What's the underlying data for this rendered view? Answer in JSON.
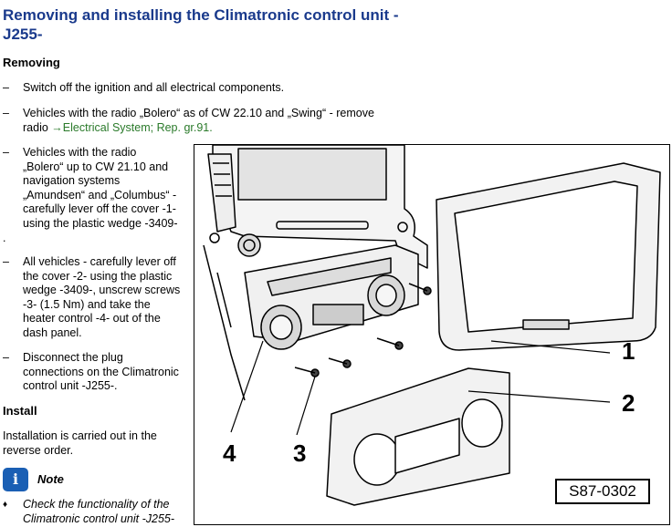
{
  "page": {
    "title": "Removing and installing the Climatronic control unit -J255-",
    "section_removing": "Removing",
    "steps_removing": [
      {
        "marker": "–",
        "lines": [
          "Switch off the ignition and all electrical components."
        ]
      },
      {
        "marker": "–",
        "lines": [
          "Vehicles with the radio „Bolero“ as of CW 22.10 and „Swing“ - remove",
          "radio "
        ],
        "link": "→Electrical System; Rep. gr.91."
      },
      {
        "marker": "–",
        "lines": [
          "Vehicles with the radio",
          "„Bolero“ up to CW 21.10 and",
          "navigation systems",
          "„Amundsen“ and „Columbus“ -",
          "carefully lever off the cover -1-",
          "using the plastic wedge -3409-",
          "."
        ]
      },
      {
        "marker": "–",
        "lines": [
          "All vehicles - carefully lever off",
          "the cover -2- using the plastic",
          "wedge -3409-, unscrew screws",
          "-3- (1.5 Nm) and take the",
          "heater control -4- out of the",
          "dash panel."
        ]
      },
      {
        "marker": "–",
        "lines": [
          "Disconnect the plug",
          "connections on the Climatronic",
          "control unit -J255-."
        ]
      }
    ],
    "section_install": "Install",
    "install_lines": [
      "Installation is carried out in the",
      "reverse order."
    ],
    "note_icon": "i",
    "note_label": "Note",
    "note_bullet_marker": "♦",
    "note_bullet_lines": [
      "Check the functionality of the",
      "Climatronic control unit -J255-"
    ]
  },
  "figure": {
    "callouts": [
      "1",
      "2",
      "3",
      "4"
    ],
    "reference": "S87-0302"
  }
}
